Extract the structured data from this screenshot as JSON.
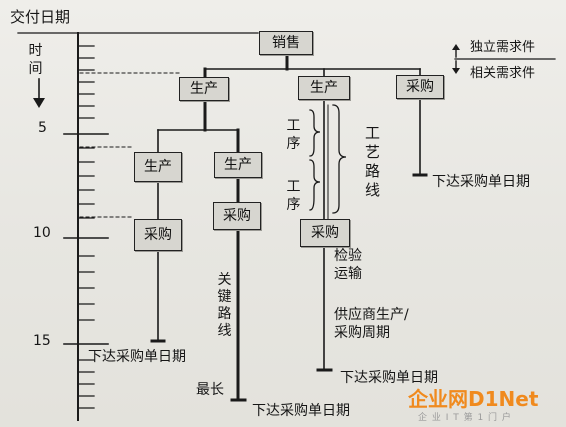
{
  "axis": {
    "title": "交付日期",
    "time_label": "时间",
    "ticks": [
      "5",
      "10",
      "15"
    ]
  },
  "boxes": {
    "sales": "销售",
    "production_a": "生产",
    "production_b": "生产",
    "purchase_top": "采购",
    "production_c": "生产",
    "production_d": "生产",
    "purchase_left": "采购",
    "purchase_mid": "采购",
    "purchase_right": "采购"
  },
  "legend": {
    "independent_demand": "独立需求件",
    "dependent_demand": "相关需求件"
  },
  "labels": {
    "process_1": "工序",
    "process_2": "工序",
    "process_route": "工艺路线",
    "inspect": "检验",
    "transport": "运输",
    "supplier_cycle_1": "供应商生产/",
    "supplier_cycle_2": "采购周期",
    "critical_path": "关键路线",
    "longest": "最长",
    "order_date_right": "下达采购单日期",
    "order_date_left": "下达采购单日期",
    "order_date_mid": "下达采购单日期",
    "order_date_bottom": "下达采购单日期"
  },
  "watermark": {
    "brand": "企业网D1Net",
    "tagline": "企 业 I T 第 1 门 户"
  },
  "colors": {
    "box_fill": "#d7d6d0",
    "line": "#1a1a1a",
    "watermark_orange": "#f08a1e"
  }
}
